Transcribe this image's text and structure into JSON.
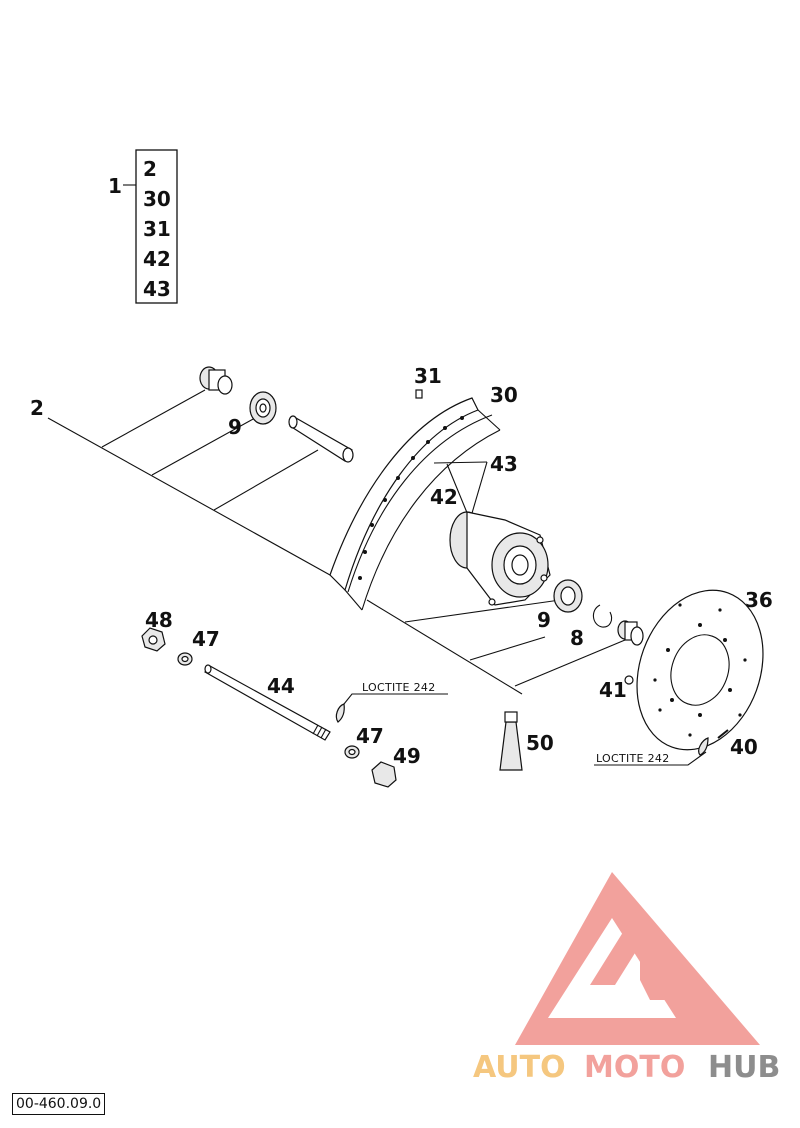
{
  "diagram": {
    "assembly": {
      "number": "1",
      "contents": [
        "2",
        "30",
        "31",
        "42",
        "43"
      ]
    },
    "callouts": {
      "c2": "2",
      "c9a": "9",
      "c31": "31",
      "c30": "30",
      "c43": "43",
      "c42": "42",
      "c9b": "9",
      "c8": "8",
      "c36": "36",
      "c48": "48",
      "c47a": "47",
      "c44": "44",
      "c47b": "47",
      "c49": "49",
      "c41": "41",
      "c50": "50",
      "c40": "40"
    },
    "notes": {
      "loctite_axle": "LOCTITE 242",
      "loctite_disc": "LOCTITE 242"
    },
    "doc_number": "00-460.09.0"
  },
  "watermark": {
    "text_a": "AUTO",
    "text_b": "MOTO",
    "text_c": "HUB",
    "color_red": "#f2a19c",
    "color_orange": "#f5c77f",
    "color_gray": "#8d8d8d"
  }
}
